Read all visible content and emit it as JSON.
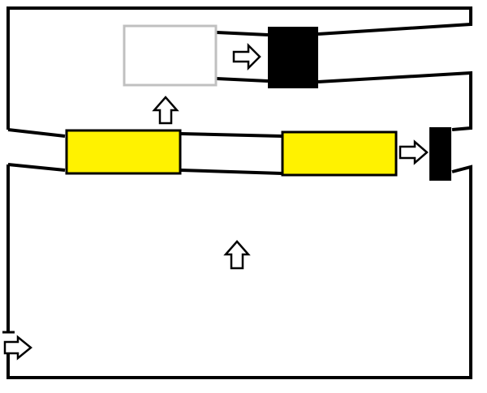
{
  "level": {
    "background_color": "#ffffff",
    "wall_color": "#000000",
    "colors": {
      "yellow_block": "#fff200",
      "black_block": "#000000",
      "ghost_block_outline": "#c0c0c0",
      "arrow_fill": "#ffffff",
      "arrow_outline": "#000000"
    },
    "blocks": [
      {
        "kind": "ghost",
        "color": "ghost_block_outline",
        "label": "ghost-block"
      },
      {
        "kind": "solid-black",
        "color": "black_block",
        "label": "black-block-upper"
      },
      {
        "kind": "solid-yellow",
        "color": "yellow_block",
        "label": "yellow-block-left"
      },
      {
        "kind": "solid-yellow",
        "color": "yellow_block",
        "label": "yellow-block-right"
      },
      {
        "kind": "solid-black",
        "color": "black_block",
        "label": "black-block-right-edge"
      }
    ],
    "arrows": [
      {
        "direction": "right",
        "icon": "arrow-right-icon"
      },
      {
        "direction": "up",
        "icon": "arrow-up-icon"
      },
      {
        "direction": "right",
        "icon": "arrow-right-icon"
      },
      {
        "direction": "up",
        "icon": "arrow-up-icon"
      },
      {
        "direction": "right",
        "icon": "arrow-right-icon"
      }
    ]
  }
}
